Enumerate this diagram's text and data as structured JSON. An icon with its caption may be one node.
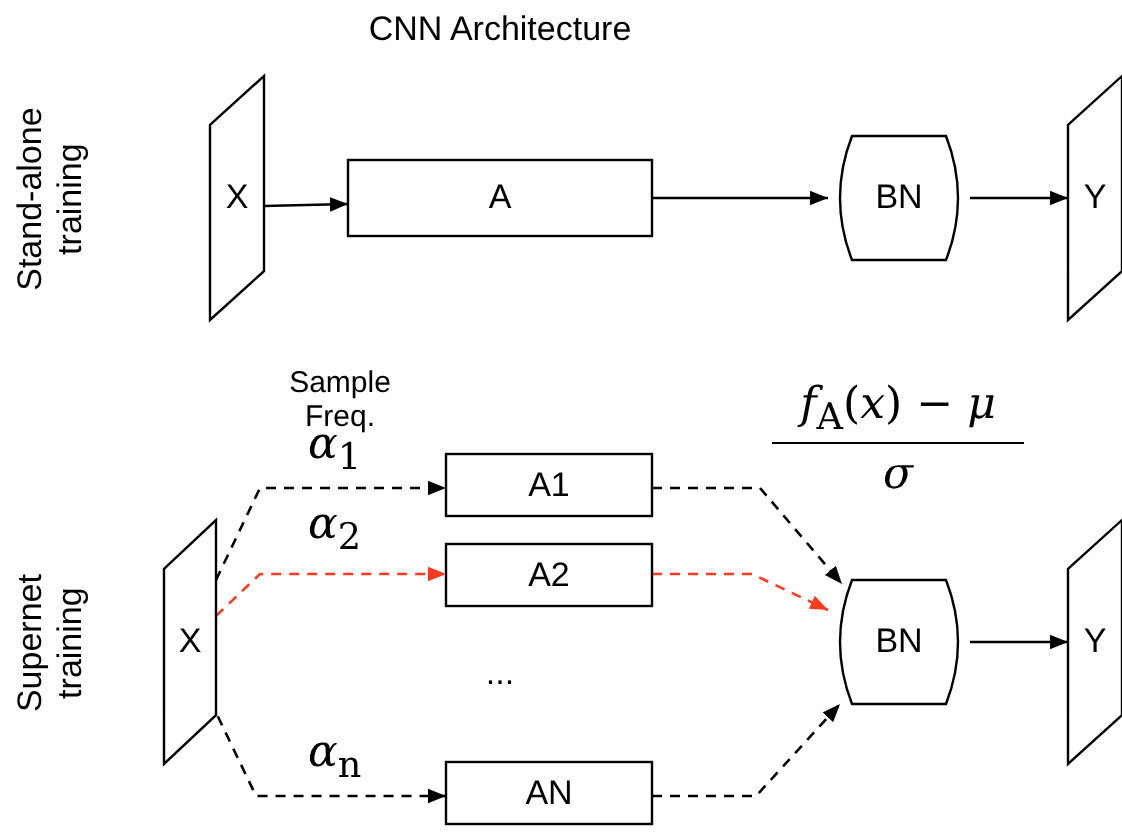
{
  "diagram": {
    "title": "CNN Architecture",
    "nodes": [
      {
        "text": [
          "X"
        ]
      },
      {
        "text": [
          "A"
        ]
      },
      {
        "text": [
          "BN"
        ]
      },
      {
        "text": [
          "Y"
        ]
      },
      {
        "text": [
          "X"
        ]
      },
      {
        "text": [
          "A1"
        ]
      },
      {
        "text": [
          "A2"
        ]
      },
      {
        "text": [
          "AN"
        ]
      },
      {
        "text": [
          "BN"
        ]
      },
      {
        "text": [
          "Y"
        ]
      }
    ],
    "edges": [
      {
        "from": 0,
        "to": 1,
        "arrow": "to"
      },
      {
        "from": 1,
        "to": 2,
        "arrow": "to"
      },
      {
        "from": 2,
        "to": 3,
        "arrow": "to"
      },
      {
        "from": 4,
        "to": 5,
        "arrow": "to",
        "label": "*α*$_{1}$",
        "style": "dashed"
      },
      {
        "from": 4,
        "to": 6,
        "arrow": "to",
        "label": "*α*$_{2}$",
        "style": "dashed",
        "color": "#ff3b1f"
      },
      {
        "from": 4,
        "to": 7,
        "arrow": "to",
        "label": "*α*$_{n}$",
        "style": "dashed"
      },
      {
        "from": 5,
        "to": 8,
        "arrow": "to",
        "style": "dashed"
      },
      {
        "from": 6,
        "to": 8,
        "arrow": "to",
        "style": "dashed",
        "color": "#ff3b1f"
      },
      {
        "from": 7,
        "to": 8,
        "arrow": "to",
        "style": "dashed"
      },
      {
        "from": 8,
        "to": 9,
        "arrow": "to"
      }
    ],
    "labels": [
      "Stand-alone training",
      "Sample Freq.",
      "*f*$_{A}$(*x*) − *μ*",
      "*σ*",
      "Supernet training",
      "..."
    ]
  }
}
